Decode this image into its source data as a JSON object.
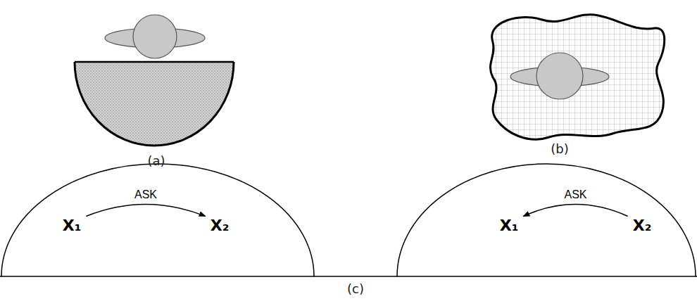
{
  "diagram": {
    "nodes": [
      {
        "text": []
      },
      {
        "text": [
          "X₁"
        ],
        "in": 0
      },
      {
        "text": [
          "X₂"
        ],
        "in": 0
      },
      {
        "text": []
      },
      {
        "text": [
          "X₁"
        ],
        "in": 3
      },
      {
        "text": [
          "X₂"
        ],
        "in": 3
      }
    ],
    "edges": [
      {
        "from": 1,
        "to": 2,
        "label": "ASK",
        "arrow": "to"
      },
      {
        "from": 5,
        "to": 4,
        "label": "ASK",
        "arrow": "to"
      }
    ],
    "labels": [
      "(a)",
      "(b)",
      "(c)"
    ]
  }
}
